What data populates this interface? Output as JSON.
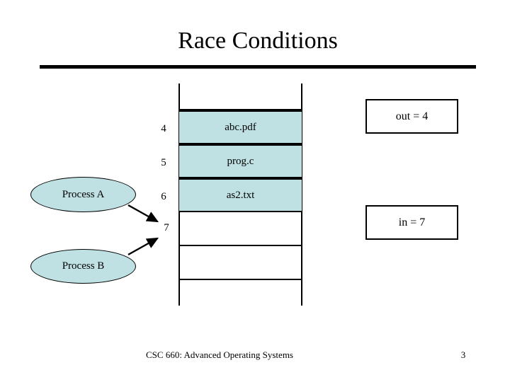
{
  "slide": {
    "title": "Race Conditions",
    "accent_color": "#bfe1e3",
    "line_color": "#000000",
    "background": "#ffffff"
  },
  "buffer": {
    "rows": [
      {
        "index": "",
        "label": "",
        "filled": false
      },
      {
        "index": "4",
        "label": "abc.pdf",
        "filled": true
      },
      {
        "index": "5",
        "label": "prog.c",
        "filled": true
      },
      {
        "index": "6",
        "label": "as2.txt",
        "filled": true
      },
      {
        "index": "7",
        "label": "",
        "filled": false
      },
      {
        "index": "",
        "label": "",
        "filled": false
      },
      {
        "index": "",
        "label": "",
        "filled": false
      }
    ]
  },
  "processes": [
    {
      "id": "process-a",
      "label": "Process A"
    },
    {
      "id": "process-b",
      "label": "Process B"
    }
  ],
  "variables": [
    {
      "id": "out-box",
      "label": "out = 4"
    },
    {
      "id": "in-box",
      "label": "in = 7"
    }
  ],
  "footer": {
    "course": "CSC 660: Advanced Operating Systems",
    "page": "3"
  }
}
